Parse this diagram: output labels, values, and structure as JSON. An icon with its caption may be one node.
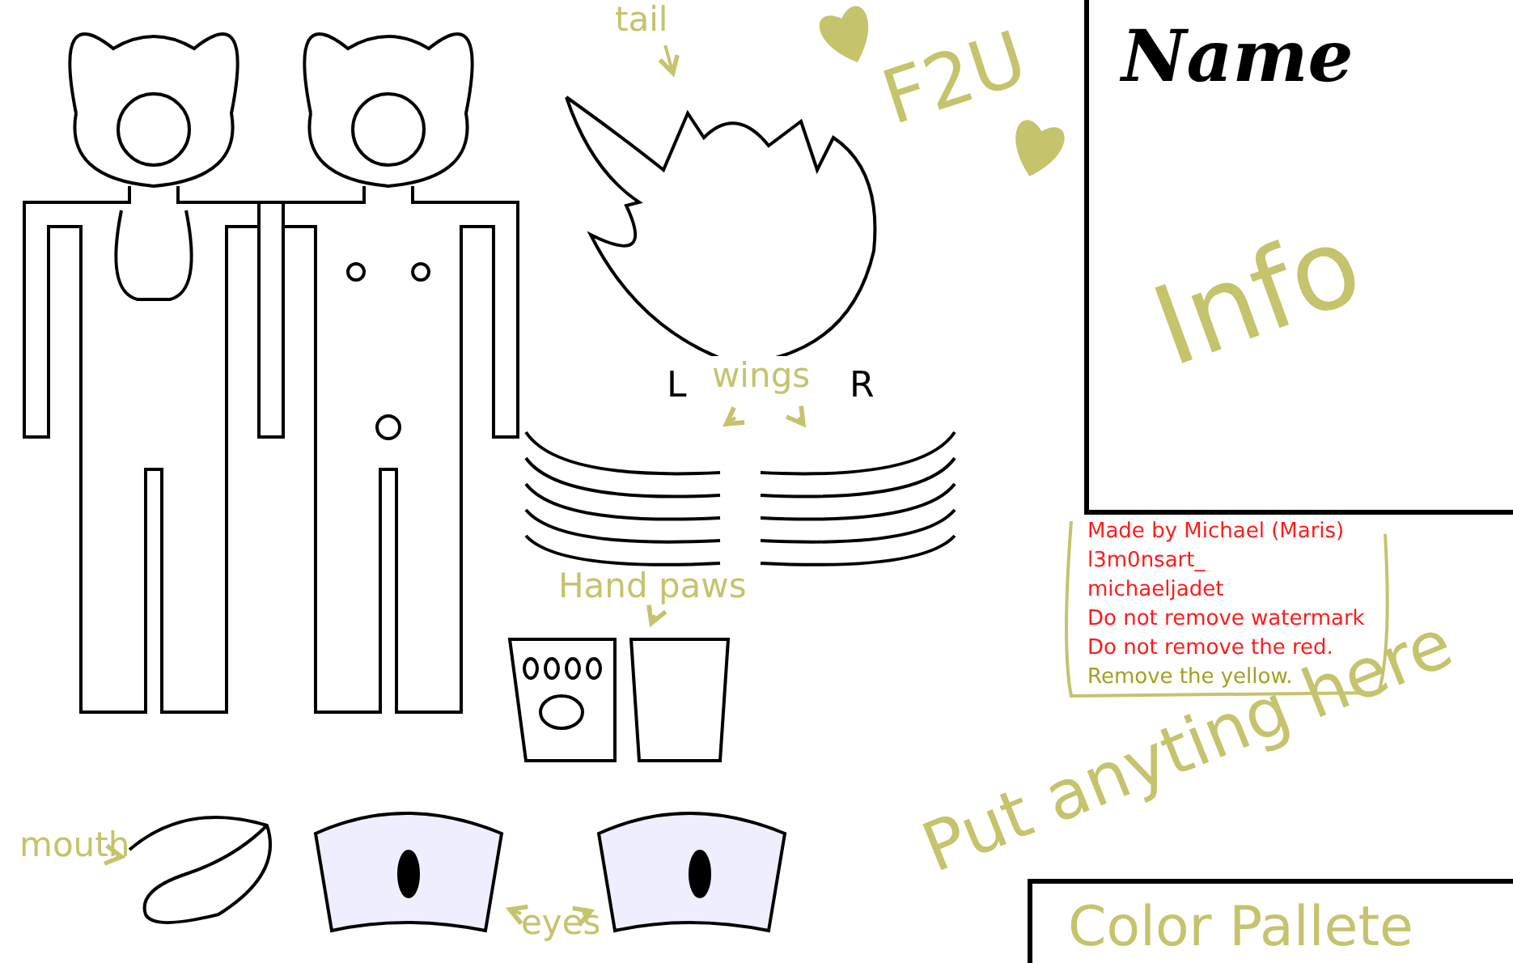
{
  "diagram": {
    "nodes": [
      {
        "text": [
          "Name",
          "Info"
        ]
      },
      {
        "text": [
          "Color Pallete"
        ]
      },
      {
        "text": [
          "tail"
        ]
      },
      {
        "text": [],
        "shape": "picture"
      },
      {
        "text": [
          "wings"
        ]
      },
      {
        "text": [],
        "shape": "picture"
      },
      {
        "text": [],
        "shape": "picture"
      },
      {
        "text": [
          "Hand paws"
        ]
      },
      {
        "text": [],
        "shape": "picture"
      },
      {
        "text": [
          "mouth"
        ]
      },
      {
        "text": [],
        "shape": "picture"
      },
      {
        "text": [
          "eyes"
        ]
      },
      {
        "text": [],
        "shape": "picture"
      },
      {
        "text": [],
        "shape": "picture"
      }
    ],
    "edges": [
      {
        "from": 2,
        "to": 3,
        "arrow": "to"
      },
      {
        "from": 4,
        "to": 5,
        "arrow": "to"
      },
      {
        "from": 4,
        "to": 6,
        "arrow": "to"
      },
      {
        "from": 7,
        "to": 8,
        "arrow": "to"
      },
      {
        "from": 9,
        "to": 10,
        "arrow": "to"
      },
      {
        "from": 11,
        "to": 12,
        "arrow": "to"
      },
      {
        "from": 11,
        "to": 13,
        "arrow": "to"
      }
    ],
    "labels": [
      "F2U",
      "L",
      "R",
      "Made by Michael (Maris)",
      "l3m0nsart_",
      "michaeljadet",
      "Do not remove watermark",
      "Do not remove the red.",
      "Remove the yellow.",
      "Put anyting here"
    ]
  }
}
